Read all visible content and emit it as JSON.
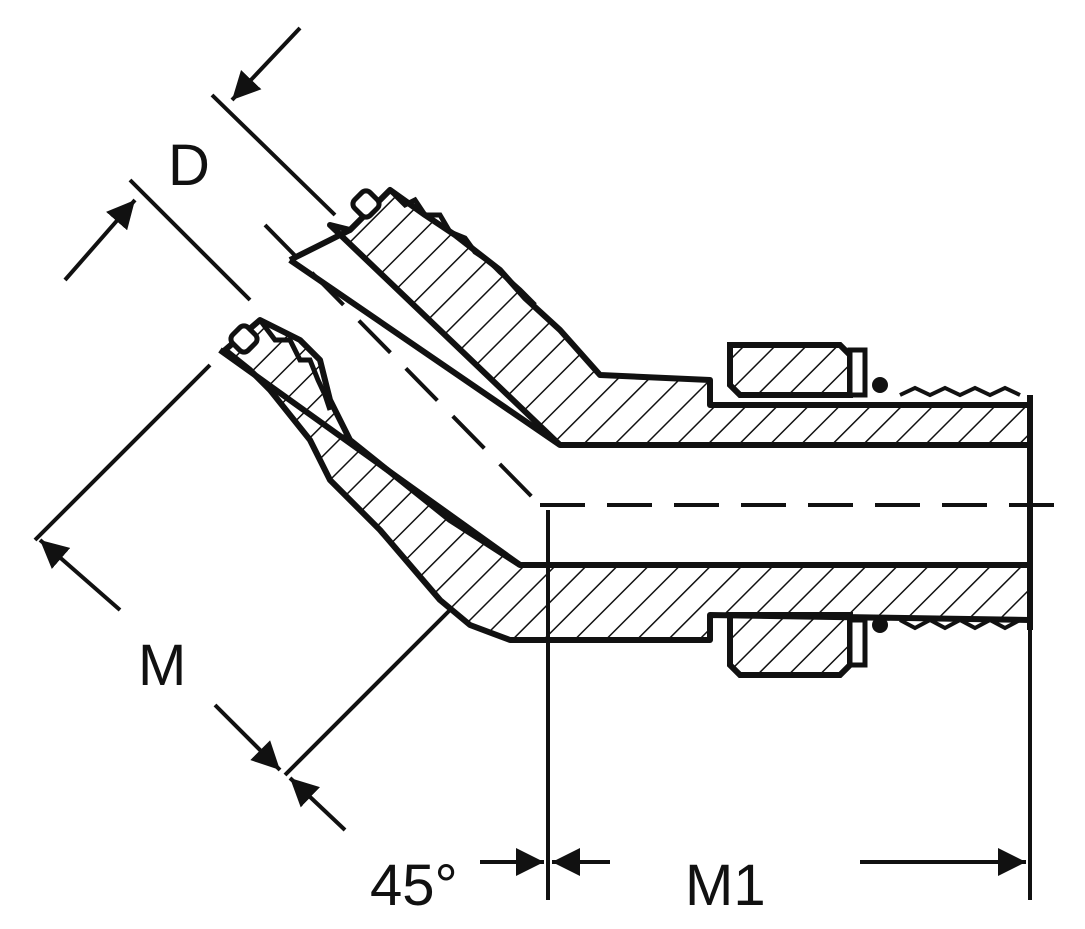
{
  "labels": {
    "D": "D",
    "M": "M",
    "M1": "M1",
    "angle": "45°"
  },
  "colors": {
    "ink": "#111111",
    "paper": "#ffffff"
  }
}
